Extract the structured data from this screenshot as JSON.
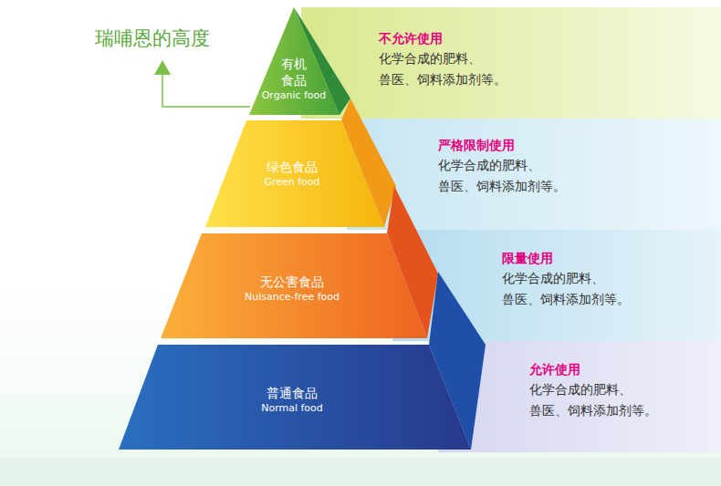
{
  "diagram": {
    "title": "瑞哺恩的高度",
    "nodes": [
      {
        "text": [
          "有机 食品",
          "Organic food"
        ]
      },
      {
        "text": [
          "不允许使用",
          "化学合成的肥料、 兽医、饲料添加剂等。"
        ]
      },
      {
        "text": [
          "绿色食品",
          "Green food"
        ]
      },
      {
        "text": [
          "严格限制使用",
          "化学合成的肥料、 兽医、饲料添加剂等。"
        ]
      },
      {
        "text": [
          "无公害食品",
          "Nuisance-free food"
        ]
      },
      {
        "text": [
          "限量使用",
          "化学合成的肥料、 兽医、饲料添加剂等。"
        ]
      },
      {
        "text": [
          "普通食品",
          "Normal food"
        ]
      },
      {
        "text": [
          "允许使用",
          "化学合成的肥料、 兽医、饲料添加剂等。"
        ]
      }
    ]
  }
}
